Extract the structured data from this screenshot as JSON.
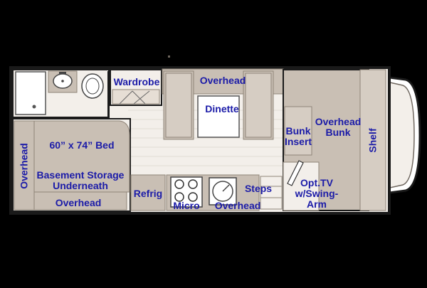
{
  "floorplan": {
    "labels": {
      "wardrobe": "Wardrobe",
      "overhead_top": "Overhead",
      "dinette": "Dinette",
      "bunk_insert": "Bunk\nInsert",
      "overhead_bunk": "Overhead\nBunk",
      "shelf": "Shelf",
      "bed": "60” x 74” Bed",
      "overhead_left": "Overhead",
      "basement_storage": "Basement Storage\nUnderneath",
      "refrig": "Refrig",
      "micro": "Micro",
      "overhead_bottom": "Overhead",
      "steps": "Steps",
      "opt_tv": "Opt.TV\nw/Swing-\nArm",
      "overhead_bed_bottom": "Overhead"
    },
    "colors": {
      "background": "#000000",
      "floor": "#f3efea",
      "cabinet": "#c9bfb4",
      "cabinet_edge": "#8f8478",
      "wall": "#1a1a1a",
      "label": "#1b1ba8",
      "fixture": "#ffffff"
    }
  }
}
